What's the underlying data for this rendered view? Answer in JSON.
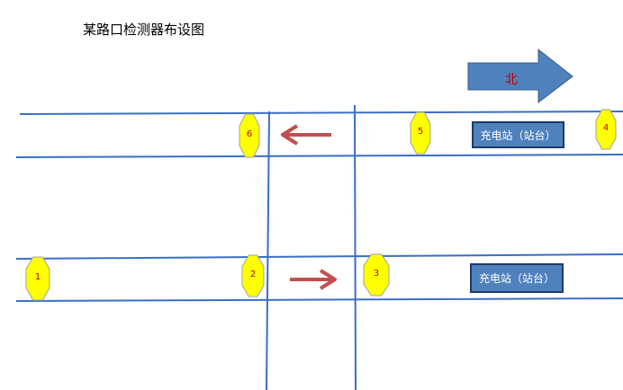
{
  "title": "某路口检测器布设图",
  "north_label": "北",
  "stations": [
    {
      "label": "充电站（站台）"
    },
    {
      "label": "充电站（站台）"
    }
  ],
  "detectors": [
    {
      "label": "1"
    },
    {
      "label": "2"
    },
    {
      "label": "3"
    },
    {
      "label": "4"
    },
    {
      "label": "5"
    },
    {
      "label": "6"
    }
  ],
  "colors": {
    "road_line": "#3a6fc4",
    "detector_fill": "#ffff00",
    "detector_stroke": "#a0a0a0",
    "arrow": "#c0504d",
    "north_arrow": "#4f81bd",
    "station_fill": "#4f81bd"
  }
}
